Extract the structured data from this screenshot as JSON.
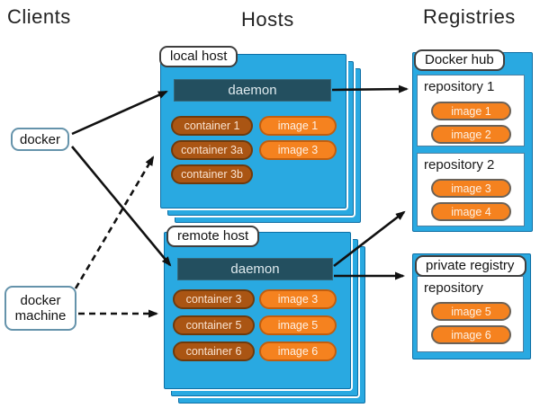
{
  "headers": {
    "clients": "Clients",
    "hosts": "Hosts",
    "registries": "Registries"
  },
  "clients": {
    "docker": "docker",
    "docker_machine": "docker machine"
  },
  "hosts": {
    "local": {
      "label": "local host",
      "daemon": "daemon",
      "containers": [
        "container 1",
        "container 3a",
        "container 3b"
      ],
      "images": [
        "image 1",
        "image 3"
      ]
    },
    "remote": {
      "label": "remote host",
      "daemon": "daemon",
      "containers": [
        "container 3",
        "container 5",
        "container 6"
      ],
      "images": [
        "image 3",
        "image 5",
        "image 6"
      ]
    }
  },
  "registries": {
    "docker_hub": {
      "label": "Docker hub",
      "repositories": [
        {
          "name": "repository 1",
          "images": [
            "image 1",
            "image 2"
          ]
        },
        {
          "name": "repository 2",
          "images": [
            "image 3",
            "image 4"
          ]
        }
      ]
    },
    "private": {
      "label": "private registry",
      "repositories": [
        {
          "name": "repository",
          "images": [
            "image 5",
            "image 6"
          ]
        }
      ]
    }
  },
  "edges": [
    {
      "from": "docker",
      "to": "local host daemon",
      "style": "solid"
    },
    {
      "from": "docker",
      "to": "remote host daemon",
      "style": "solid"
    },
    {
      "from": "docker machine",
      "to": "local host",
      "style": "dashed"
    },
    {
      "from": "docker machine",
      "to": "remote host",
      "style": "dashed"
    },
    {
      "from": "local host daemon",
      "to": "repository 1",
      "style": "solid"
    },
    {
      "from": "remote host daemon",
      "to": "repository 2",
      "style": "solid"
    },
    {
      "from": "remote host daemon",
      "to": "private registry",
      "style": "solid"
    }
  ],
  "colors": {
    "panel_blue": "#29a9e1",
    "panel_border": "#0d6ea4",
    "daemon_bar": "#234f5f",
    "container_fill": "#aa5513",
    "container_border": "#6e3a0c",
    "image_fill": "#f5821f",
    "image_border": "#c25e0e",
    "arrow": "#111111",
    "background": "#ffffff"
  }
}
